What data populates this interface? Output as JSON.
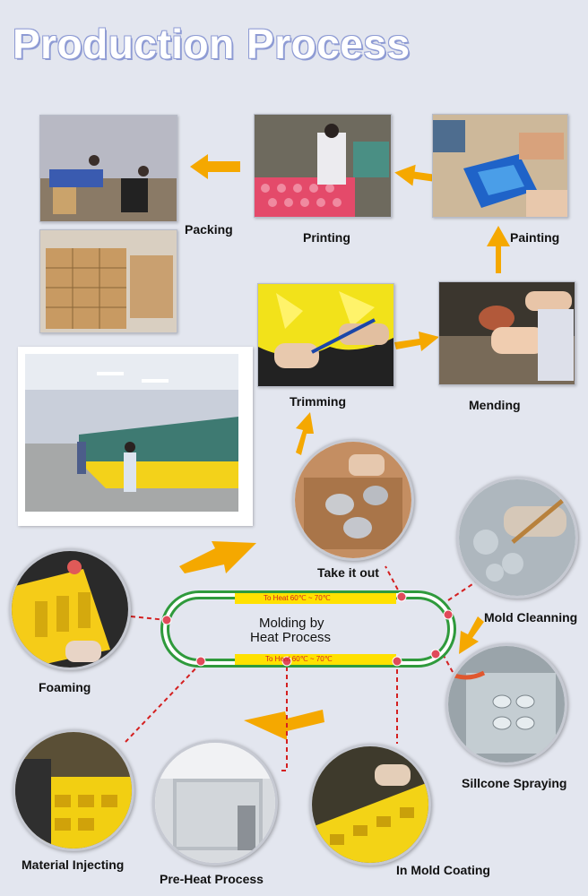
{
  "title": "Production Process",
  "steps": {
    "packing": "Packing",
    "printing": "Printing",
    "painting": "Painting",
    "trimming": "Trimming",
    "mending": "Mending",
    "take_it_out": "Take it out",
    "mold_cleaning": "Mold Cleanning",
    "foaming": "Foaming",
    "silicone_spraying": "Sillcone Spraying",
    "material_injecting": "Material Injecting",
    "pre_heat": "Pre-Heat Process",
    "in_mold_coating": "In Mold Coating"
  },
  "loop": {
    "center_line1": "Molding by",
    "center_line2": "Heat Process",
    "heat_top": "To Heat 60℃ ~ 70℃",
    "heat_bottom": "To Heat 60℃ ~ 70℃"
  },
  "colors": {
    "arrow": "#f5a800",
    "loop_green": "#2f9a3c",
    "loop_yellow": "#ffe100",
    "connector_red": "#d42020",
    "heat_text": "#d42020"
  }
}
